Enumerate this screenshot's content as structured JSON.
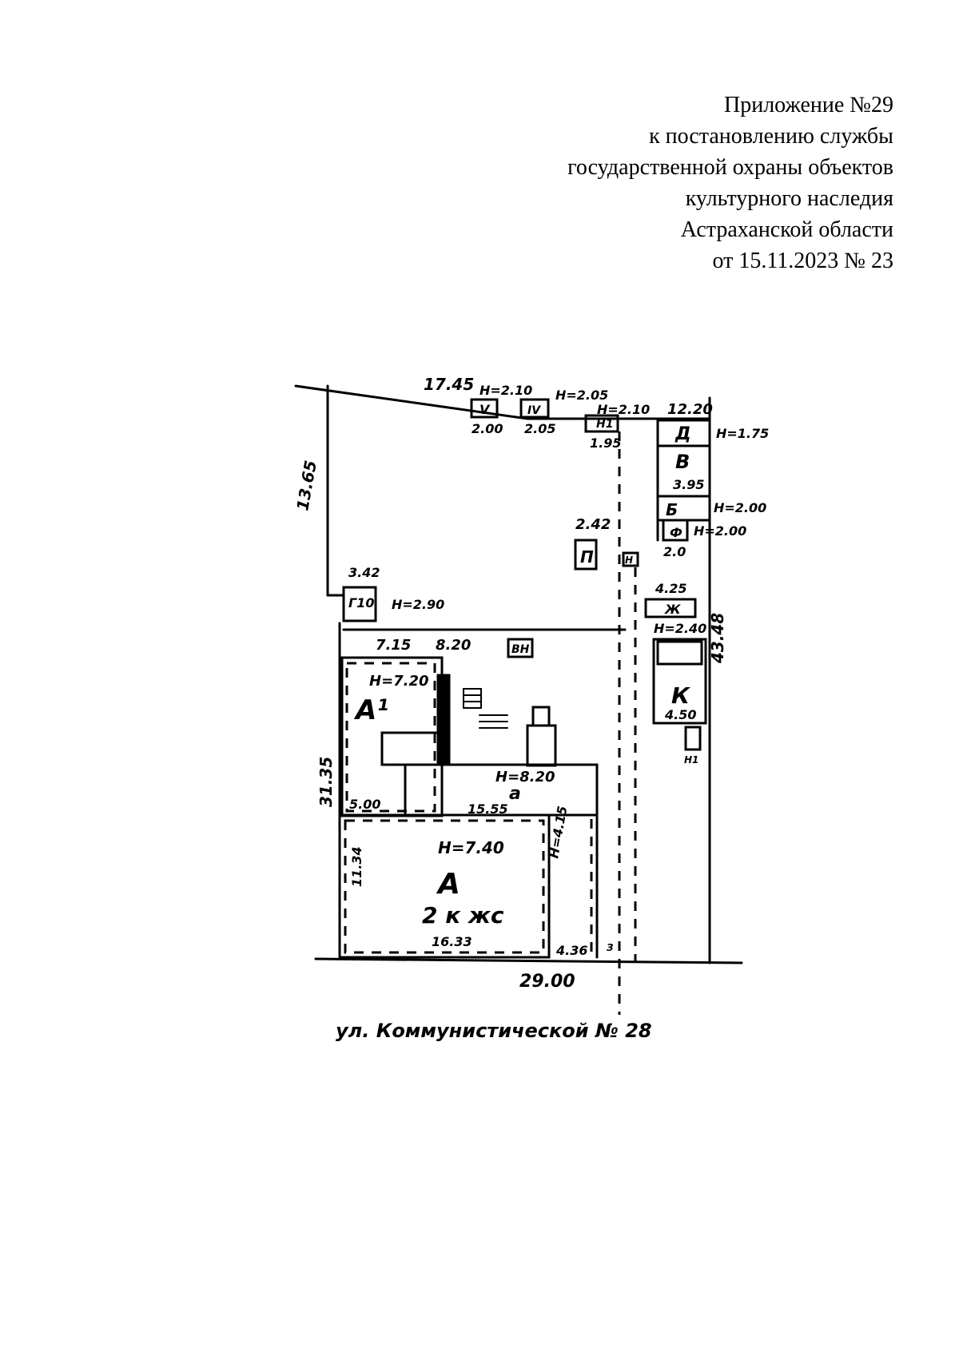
{
  "header": {
    "line1": "Приложение №29",
    "line2": "к постановлению службы",
    "line3": "государственной охраны объектов",
    "line4": "культурного наследия",
    "line5": "Астраханской области",
    "line6": "от 15.11.2023 № 23"
  },
  "plan": {
    "street_caption": "ул. Коммунистической № 28",
    "dims": {
      "top_left": "17.45",
      "top_right": "12.20",
      "left_side": "13.65",
      "left_lower": "31.35",
      "right_side": "43.48",
      "bottom": "29.00",
      "a_width": "15.55",
      "main_width": "16.33",
      "main_depth": "11.34",
      "a1_width": "5.00",
      "strip_width": "7.15",
      "strip_2": "8.20",
      "right_gap": "4.36",
      "g_width": "3.42",
      "k_width": "4.50",
      "b_width": "3.95",
      "v_width": "2.00",
      "iv_width": "2.05",
      "n1_width": "1.95",
      "p_width": "2.42",
      "zh_width": "4.25",
      "f_width": "2.0"
    },
    "heights": {
      "v": "H=2.10",
      "iv": "H=2.05",
      "n1": "H=2.10",
      "d": "H=1.75",
      "b": "H=2.00",
      "f": "H=2.00",
      "g": "H=2.90",
      "zh": "H=2.40",
      "a1": "H=7.20",
      "a": "H=8.20",
      "main": "H=7.40",
      "narrow": "H=4.15"
    },
    "labels": {
      "main": "А",
      "main_note": "2 к жс",
      "a1": "А¹",
      "a": "а",
      "g": "Г10",
      "v": "V",
      "iv": "IV",
      "n1": "Н1",
      "d": "Д",
      "b": "В",
      "b_small": "Б",
      "f": "Ф",
      "p": "П",
      "zh": "Ж",
      "k": "К",
      "n": "Н",
      "n1b": "Н1",
      "vn": "ВН",
      "z": "З"
    }
  }
}
